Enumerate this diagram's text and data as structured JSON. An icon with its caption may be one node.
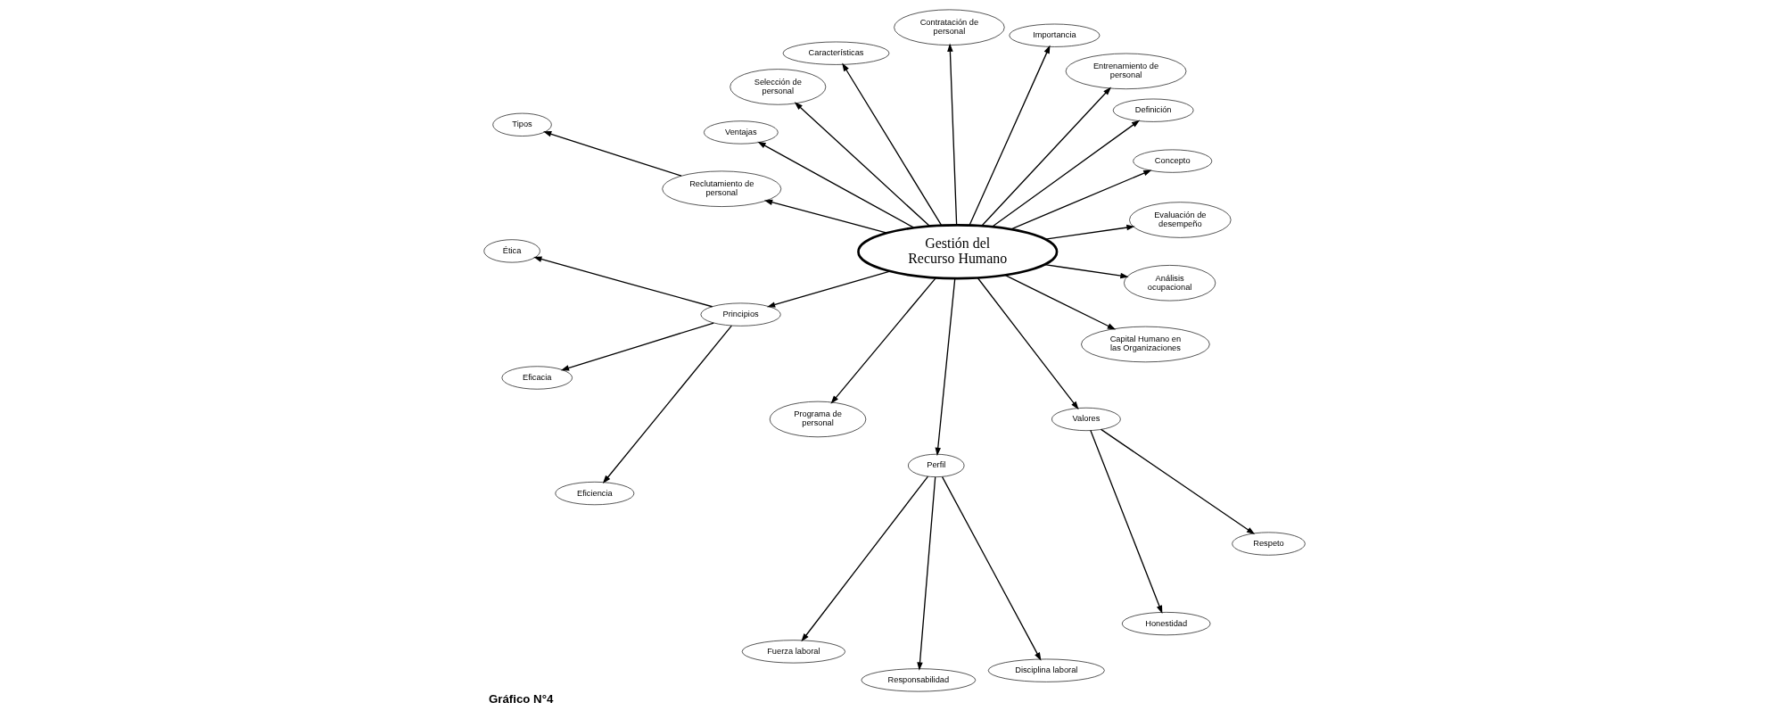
{
  "diagram": {
    "caption": "Gráfico N°4",
    "nodes": [
      {
        "text": [
          "Gestión del Recurso Humano"
        ]
      },
      {
        "text": [
          "Evaluación de desempeño"
        ]
      },
      {
        "text": [
          "Concepto"
        ]
      },
      {
        "text": [
          "Definición"
        ]
      },
      {
        "text": [
          "Entrenamiento de personal"
        ]
      },
      {
        "text": [
          "Importancia"
        ]
      },
      {
        "text": [
          "Contratación de personal"
        ]
      },
      {
        "text": [
          "Características"
        ]
      },
      {
        "text": [
          "Selección de personal"
        ]
      },
      {
        "text": [
          "Ventajas"
        ]
      },
      {
        "text": [
          "Tipos"
        ]
      },
      {
        "text": [
          "Reclutamiento de personal"
        ]
      },
      {
        "text": [
          "Principios"
        ]
      },
      {
        "text": [
          "Ética"
        ]
      },
      {
        "text": [
          "Eficacia"
        ]
      },
      {
        "text": [
          "Eficiencia"
        ]
      },
      {
        "text": [
          "Programa de personal"
        ]
      },
      {
        "text": [
          "Perfil"
        ]
      },
      {
        "text": [
          "Valores"
        ]
      },
      {
        "text": [
          "Honestidad"
        ]
      },
      {
        "text": [
          "Fuerza laboral"
        ]
      },
      {
        "text": [
          "Responsabilidad"
        ]
      },
      {
        "text": [
          "Respeto"
        ]
      },
      {
        "text": [
          "Capital Humano en las Organizaciones"
        ]
      },
      {
        "text": [
          "Análisis ocupacional"
        ]
      },
      {
        "text": [
          "Disciplina laboral"
        ]
      }
    ],
    "edges": [
      {
        "from": 0,
        "to": 1,
        "arrow": "to"
      },
      {
        "from": 0,
        "to": 2,
        "arrow": "to"
      },
      {
        "from": 0,
        "to": 3,
        "arrow": "to"
      },
      {
        "from": 0,
        "to": 4,
        "arrow": "to"
      },
      {
        "from": 0,
        "to": 5,
        "arrow": "to"
      },
      {
        "from": 0,
        "to": 6,
        "arrow": "to"
      },
      {
        "from": 0,
        "to": 7,
        "arrow": "to"
      },
      {
        "from": 0,
        "to": 8,
        "arrow": "to"
      },
      {
        "from": 0,
        "to": 9,
        "arrow": "to"
      },
      {
        "from": 11,
        "to": 10,
        "arrow": "to"
      },
      {
        "from": 0,
        "to": 11,
        "arrow": "to"
      },
      {
        "from": 0,
        "to": 12,
        "arrow": "to"
      },
      {
        "from": 12,
        "to": 13,
        "arrow": "to"
      },
      {
        "from": 12,
        "to": 14,
        "arrow": "to"
      },
      {
        "from": 12,
        "to": 15,
        "arrow": "to"
      },
      {
        "from": 0,
        "to": 16,
        "arrow": "to"
      },
      {
        "from": 0,
        "to": 17,
        "arrow": "to"
      },
      {
        "from": 0,
        "to": 18,
        "arrow": "to"
      },
      {
        "from": 18,
        "to": 19,
        "arrow": "to"
      },
      {
        "from": 17,
        "to": 20,
        "arrow": "to"
      },
      {
        "from": 17,
        "to": 21,
        "arrow": "to"
      },
      {
        "from": 18,
        "to": 22,
        "arrow": "to"
      },
      {
        "from": 0,
        "to": 23,
        "arrow": "to"
      },
      {
        "from": 0,
        "to": 24,
        "arrow": "to"
      },
      {
        "from": 17,
        "to": 25,
        "arrow": "to"
      }
    ]
  }
}
